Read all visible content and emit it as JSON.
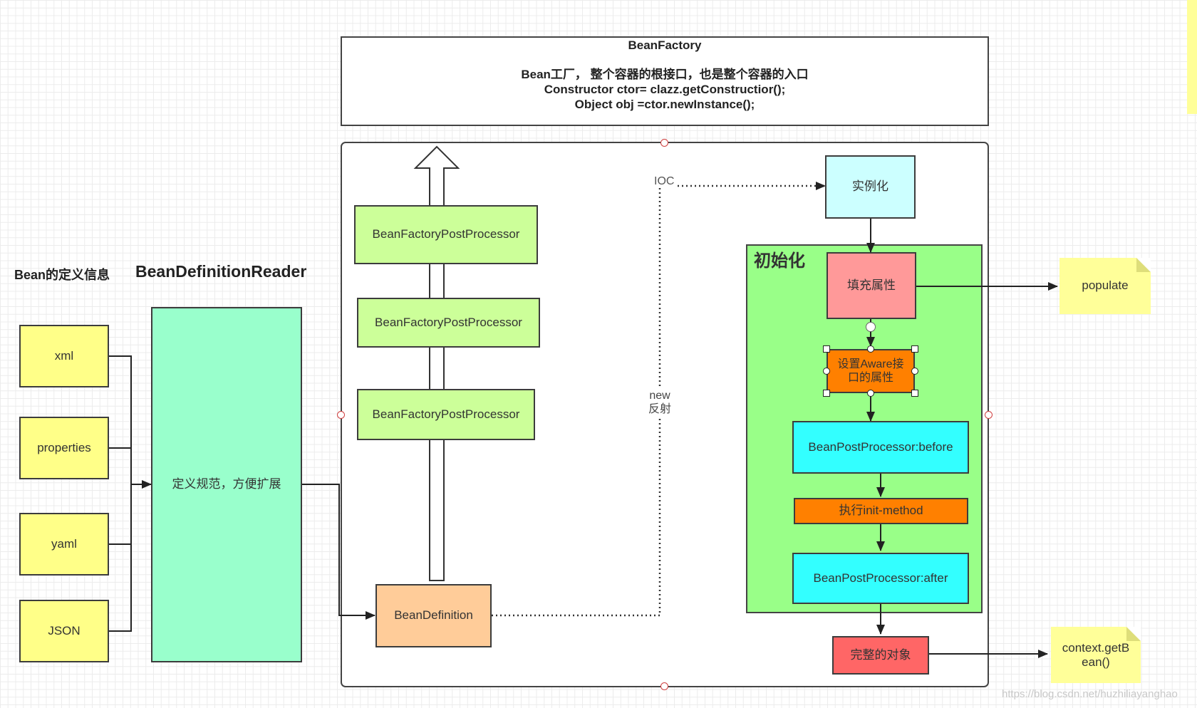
{
  "header": {
    "title": "BeanFactory",
    "lines": [
      "Bean工厂，  整个容器的根接口，也是整个容器的入口",
      "Constructor ctor= clazz.getConstructior();",
      "Object obj =ctor.newInstance();"
    ]
  },
  "left": {
    "definition_label": "Bean的定义信息",
    "reader_label": "BeanDefinitionReader",
    "sources": [
      "xml",
      "properties",
      "yaml",
      "JSON"
    ],
    "reader_box": "定义规范，方便扩展"
  },
  "middle": {
    "post_processors": [
      "BeanFactoryPostProcessor",
      "BeanFactoryPostProcessor",
      "BeanFactoryPostProcessor"
    ],
    "bean_definition": "BeanDefinition",
    "ioc_label": "IOC",
    "reflect_label": [
      "new",
      "反射"
    ]
  },
  "right": {
    "instantiate": "实例化",
    "init_title": "初始化",
    "populate_props": "填充属性",
    "aware": [
      "设置Aware接",
      "口的属性"
    ],
    "bpp_before": "BeanPostProcessor:before",
    "init_method": "执行init-method",
    "bpp_after": "BeanPostProcessor:after",
    "complete": "完整的对象"
  },
  "notes": {
    "populate": "populate",
    "get_bean": [
      "context.getB",
      "ean()"
    ]
  },
  "watermark": "https://blog.csdn.net/huzhiliayanghao",
  "colors": {
    "source_yellow": "#ffff88",
    "reader_mint": "#99ffcc",
    "post_processor_lime": "#ccff99",
    "bean_definition_peach": "#ffcc99",
    "init_green": "#99ff88",
    "instantiate_cyan": "#ccffff",
    "bpp_cyan": "#33ffff",
    "populate_pink": "#ff9999",
    "aware_orange": "#ff8000",
    "complete_red": "#ff6666",
    "note_yellow": "#ffff99"
  }
}
